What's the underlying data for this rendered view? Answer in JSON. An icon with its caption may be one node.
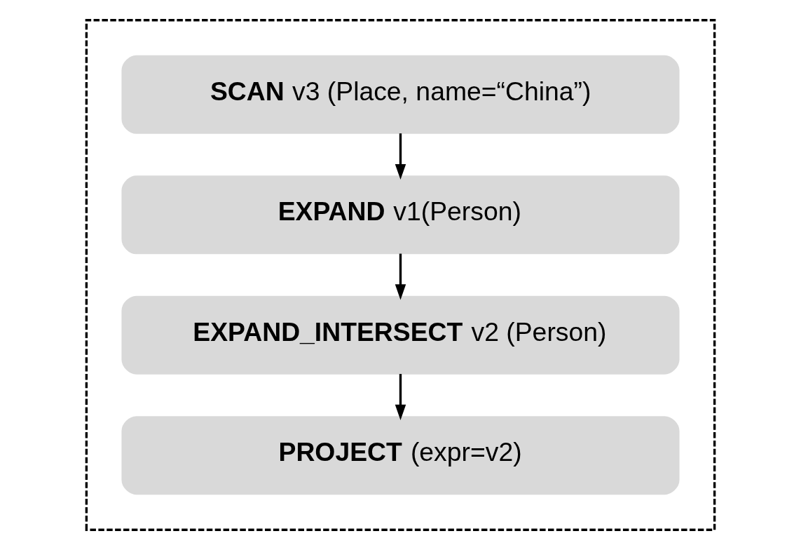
{
  "diagram": {
    "nodes": [
      {
        "text": [],
        "shape": "box"
      },
      {
        "text": [
          "**SCAN** v3 (Place, name=“China”)"
        ],
        "in": 0
      },
      {
        "text": [
          "**EXPAND** v1(Person)"
        ],
        "in": 0
      },
      {
        "text": [
          "**EXPAND_INTERSECT** v2 (Person)"
        ],
        "in": 0
      },
      {
        "text": [
          "**PROJECT** (expr=v2)"
        ],
        "in": 0
      }
    ],
    "edges": [
      {
        "from": 1,
        "to": 2,
        "arrow": "to"
      },
      {
        "from": 2,
        "to": 3,
        "arrow": "to"
      },
      {
        "from": 3,
        "to": 4,
        "arrow": "to"
      }
    ]
  }
}
